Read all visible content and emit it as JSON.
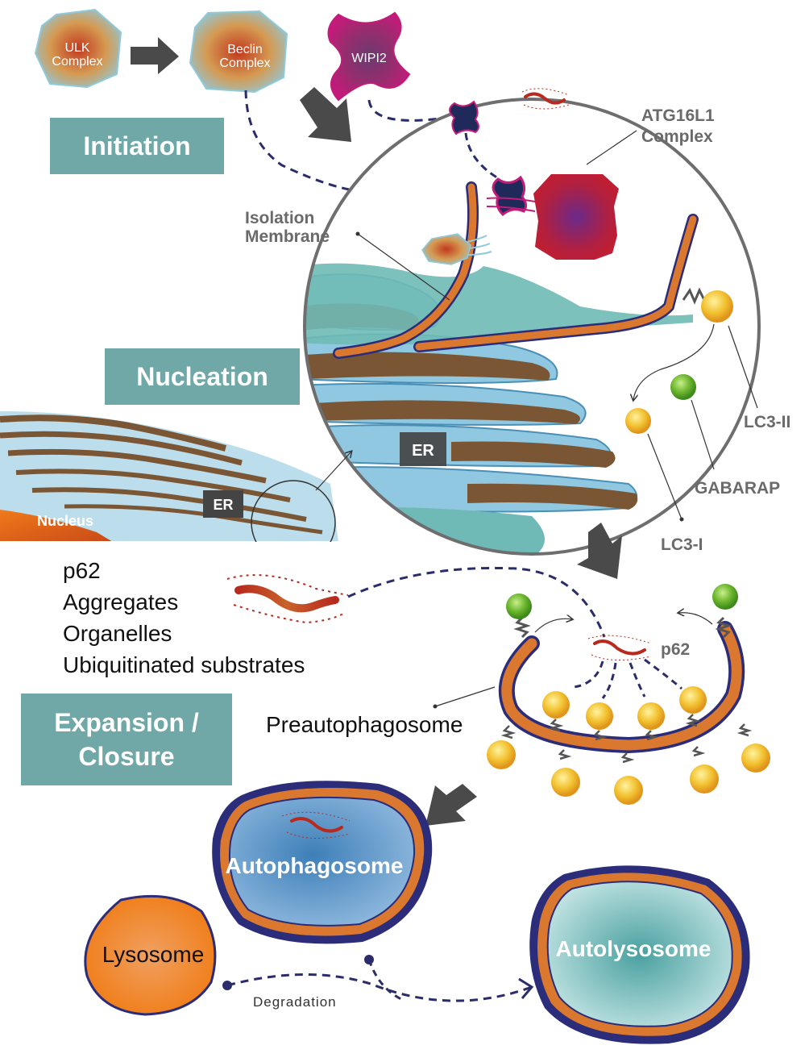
{
  "stages": {
    "initiation": "Initiation",
    "nucleation": "Nucleation",
    "expansion_line1": "Expansion /",
    "expansion_line2": "Closure"
  },
  "complexes": {
    "ulk_line1": "ULK",
    "ulk_line2": "Complex",
    "beclin_line1": "Beclin",
    "beclin_line2": "Complex",
    "wipi2": "WIPI2",
    "atg16l1_line1": "ATG16L1",
    "atg16l1_line2": "Complex"
  },
  "labels": {
    "isolation_line1": "Isolation",
    "isolation_line2": "Membrane",
    "er_zoom": "ER",
    "er_cell": "ER",
    "nucleus": "Nucleus",
    "lc3_ii": "LC3-II",
    "gabarap": "GABARAP",
    "lc3_i": "LC3-I",
    "p62_small": "p62",
    "preautophagosome": "Preautophagosome",
    "autophagosome": "Autophagosome",
    "lysosome": "Lysosome",
    "autolysosome": "Autolysosome",
    "degradation": "Degradation"
  },
  "cargo": {
    "items": [
      "p62",
      "Aggregates",
      "Organelles",
      "Ubiquitinated substrates"
    ]
  },
  "colors": {
    "stage_box": "#6fa8a6",
    "membrane": "#d9782e",
    "membrane_edge": "#2b2d7a",
    "er_blue": "#8fc8e0",
    "er_brown": "#7a5634",
    "lc3_yellow": "#f2c230",
    "gabarap_green": "#6ab52e",
    "autophagosome_blue": "#6fa0cf",
    "lysosome_orange": "#f07a1a",
    "autolysosome_teal": "#a9d6d6",
    "arrow_gray": "#4a4a4a",
    "dashed_navy": "#2b2d6a"
  }
}
